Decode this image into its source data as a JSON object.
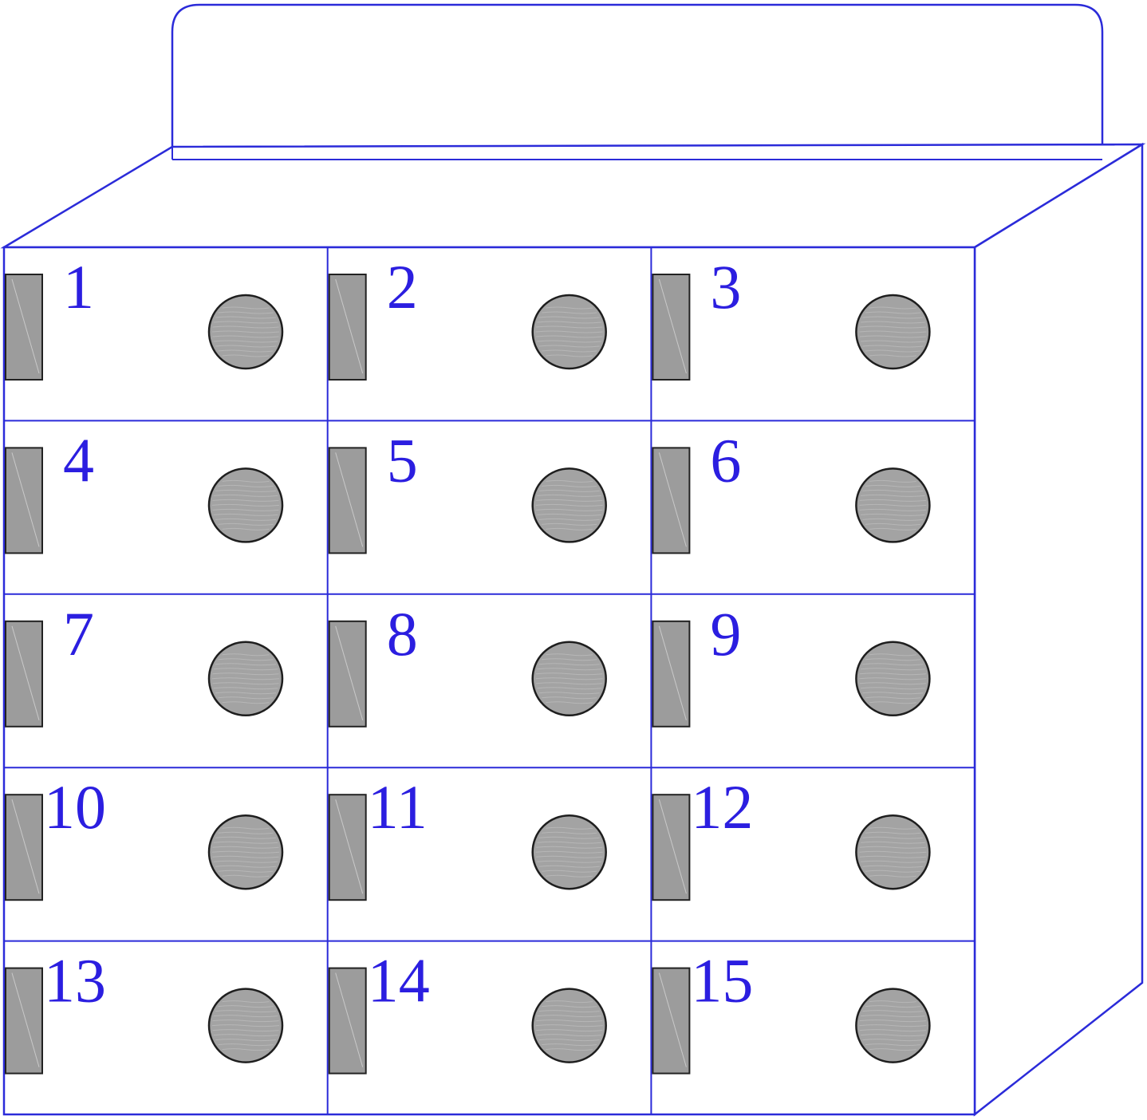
{
  "locker": {
    "rows": 5,
    "columns": 3,
    "compartments": [
      {
        "label": "1"
      },
      {
        "label": "2"
      },
      {
        "label": "3"
      },
      {
        "label": "4"
      },
      {
        "label": "5"
      },
      {
        "label": "6"
      },
      {
        "label": "7"
      },
      {
        "label": "8"
      },
      {
        "label": "9"
      },
      {
        "label": "10"
      },
      {
        "label": "11"
      },
      {
        "label": "12"
      },
      {
        "label": "13"
      },
      {
        "label": "14"
      },
      {
        "label": "15"
      }
    ]
  },
  "colors": {
    "outline": "#2b2bd9",
    "label": "#2b1ee0",
    "handle": "#9c9c9c",
    "lock": "#a3a3a3",
    "background": "#ffffff"
  }
}
